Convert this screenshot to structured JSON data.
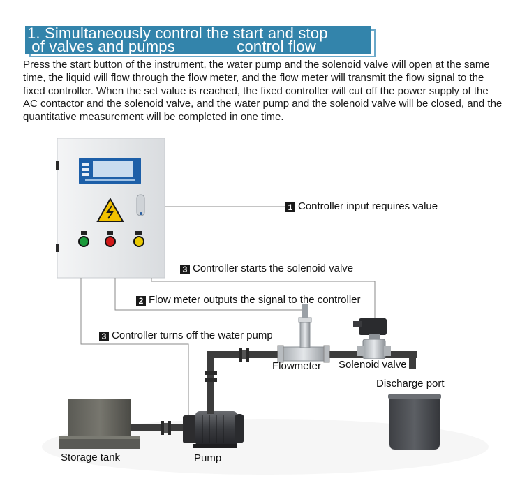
{
  "banner": {
    "line1": "1. Simultaneously control the start and stop",
    "line2": " of valves and pumps              control flow"
  },
  "intro_text": "Press the start button of the instrument, the water pump and the solenoid valve will open at the same time, the liquid will flow through the flow meter, and the flow meter will transmit the flow signal to the fixed controller. When the set value is reached, the fixed controller will cut off the power supply of the AC contactor and the solenoid valve, and the water pump and the solenoid valve will be closed, and the quantitative measurement will be completed in one time.",
  "steps": [
    {
      "num": "1",
      "text": "Controller input requires value"
    },
    {
      "num": "3",
      "text": "Controller starts the solenoid valve"
    },
    {
      "num": "2",
      "text": "Flow meter outputs the signal to the controller"
    },
    {
      "num": "3",
      "text": "Controller turns off the water pump"
    }
  ],
  "components": {
    "flowmeter": "Flowmeter",
    "solenoid_valve": "Solenoid valve",
    "discharge_port": "Discharge port",
    "storage_tank": "Storage tank",
    "pump": "Pump"
  },
  "colors": {
    "banner": "#3384ab",
    "cabinet": "#e6e8ea",
    "wire": "#8a8a8a",
    "pipe": "#3c3c3c",
    "button_green": "#1a9a3a",
    "button_red": "#d01818",
    "button_yellow": "#e8c800",
    "warning": "#f2c200"
  }
}
